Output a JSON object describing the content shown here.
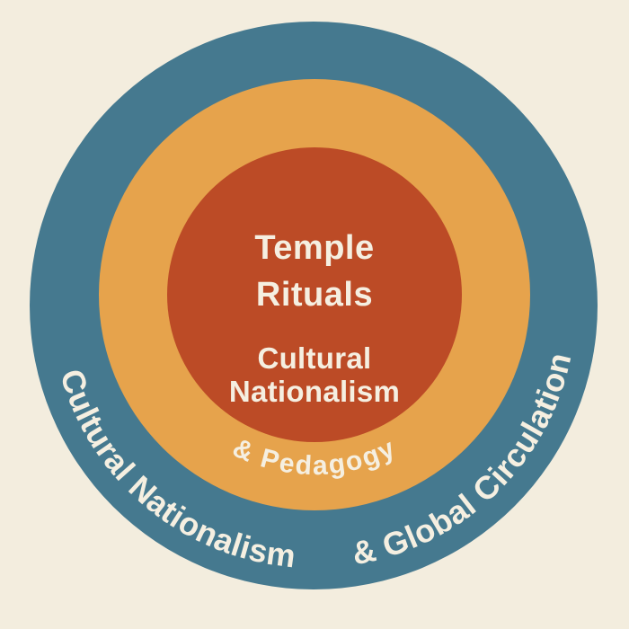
{
  "diagram": {
    "center": {
      "title_line1": "Temple",
      "title_line2": "Rituals",
      "subtitle_line1": "Cultural",
      "subtitle_line2": "Nationalism"
    },
    "middle_ring": {
      "label": "& Pedagogy"
    },
    "outer_ring": {
      "label_left": "Cultural Nationalism",
      "label_right": "& Global Circulation"
    },
    "colors": {
      "background": "#F3EDDE",
      "outer_ring": "#45798F",
      "middle_ring": "#E6A34C",
      "inner_circle": "#BC4B26",
      "text": "#F5EFE1"
    }
  }
}
